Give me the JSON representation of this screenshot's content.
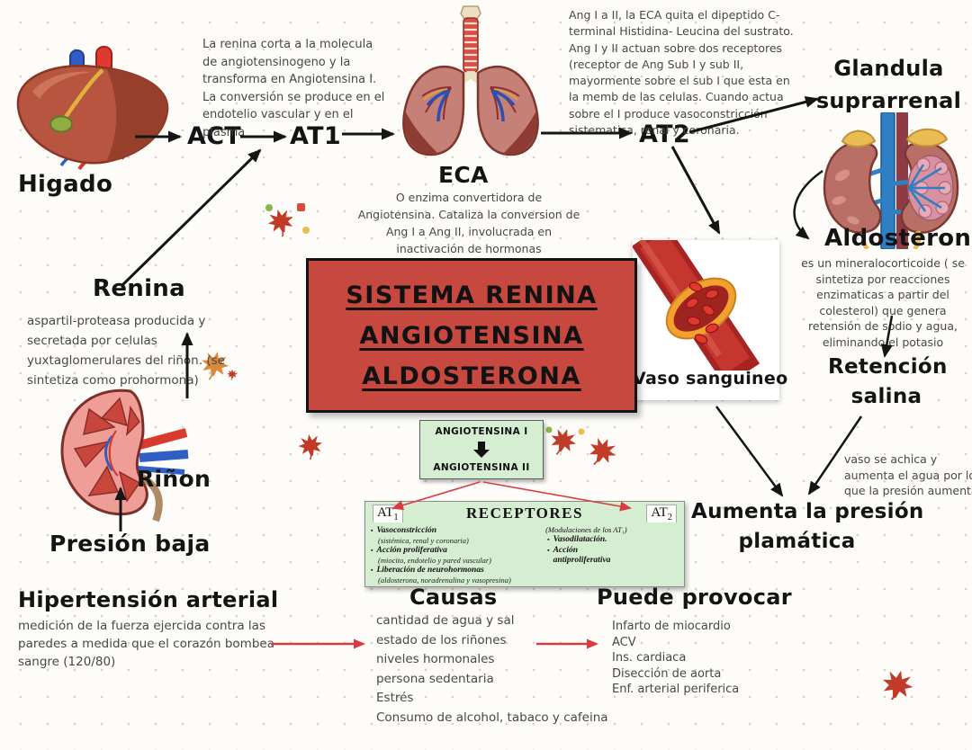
{
  "colors": {
    "title_box_bg": "#c6483f",
    "green_box_bg": "#d5edd0",
    "red_arrow": "#d93b42",
    "black_arrow": "#151515"
  },
  "title_box": {
    "lines": [
      "SISTEMA RENINA",
      "ANGIOTENSINA",
      "ALDOSTERONA"
    ]
  },
  "labels": {
    "higado": "Higado",
    "act": "ACT",
    "at1": "AT1",
    "eca": "ECA",
    "at2": "AT2",
    "glandula_line1": "Glandula",
    "glandula_line2": "suprarrenal",
    "renina": "Renina",
    "rinon": "Riñon",
    "presion_baja": "Presión baja",
    "aldosterona": "Aldosterona",
    "retencion_line1": "Retención",
    "retencion_line2": "salina",
    "vaso_sanguineo": "Vaso sanguineo",
    "aumenta_line1": "Aumenta la presión",
    "aumenta_line2": "plamática"
  },
  "texts": {
    "renina_corta": "La renina corta a la molecula de angiotensinogeno y la transforma en Angiotensina I. La conversión se produce en el endotelio vascular y en el plasma",
    "ang_receptores": "Ang I a II, la ECA quita el dipeptido C-terminal Histidina- Leucina del sustrato. Ang I y II actuan sobre dos receptores (receptor de Ang Sub I y sub II, mayormente sobre el sub I que esta en la memb de las celulas. Cuando actua sobre el I produce vasoconstricción sistematica, renal y coronaria.",
    "eca_desc": "O enzima convertidora de Angiotensina. Cataliza la conversion de Ang I a Ang II, involucrada en inactivación de hormonas vasoldilatadoras , bradicinina y sust P.",
    "renina_desc": "aspartil-proteasa producida y secretada por celulas yuxtaglomerulares del riñon. (se sintetiza como prohormona)",
    "aldosterona_desc": "es un mineralocorticoide ( se sintetiza por reacciones enzimaticas a partir del colesterol) que genera retensión de sodio y agua, eliminando el potasio",
    "vaso_achica": "vaso se achica y aumenta el agua por lo que la presión aumenta"
  },
  "angiotensina_box": {
    "top": "ANGIOTENSINA I",
    "bottom": "ANGIOTENSINA II"
  },
  "receptores": {
    "at1": "AT",
    "at1_sub": "1",
    "header": "RECEPTORES",
    "at2": "AT",
    "at2_sub": "2",
    "left_items": [
      {
        "bold": "Vasoconstricción",
        "sub": "(sistémica, renal y coronaria)"
      },
      {
        "bold": "Acción proliferativa",
        "sub": "(miocito, endotelio y pared vascular)"
      },
      {
        "bold": "Liberación de neurohormonas",
        "sub": "(aldosterona, noradrenalina y vasopresina)"
      }
    ],
    "right_note": "(Modulaciones de los AT₁)",
    "right_items": [
      "Vasodilatación.",
      "Acción antiproliferativa"
    ]
  },
  "hipertension": {
    "title": "Hipertensión arterial",
    "desc": "medición de la fuerza ejercida contra las paredes a medida que el corazón bombea sangre (120/80)"
  },
  "causas": {
    "title": "Causas",
    "items": [
      "cantidad de agua y sal",
      "estado de los riñones",
      "niveles hormonales",
      "persona sedentaria",
      "Estrés",
      "Consumo de alcohol, tabaco y cafeina"
    ]
  },
  "provocar": {
    "title": "Puede provocar",
    "items": [
      "Infarto de miocardio",
      "ACV",
      "Ins. cardiaca",
      "Disección de aorta",
      "Enf. arterial periferica"
    ]
  }
}
